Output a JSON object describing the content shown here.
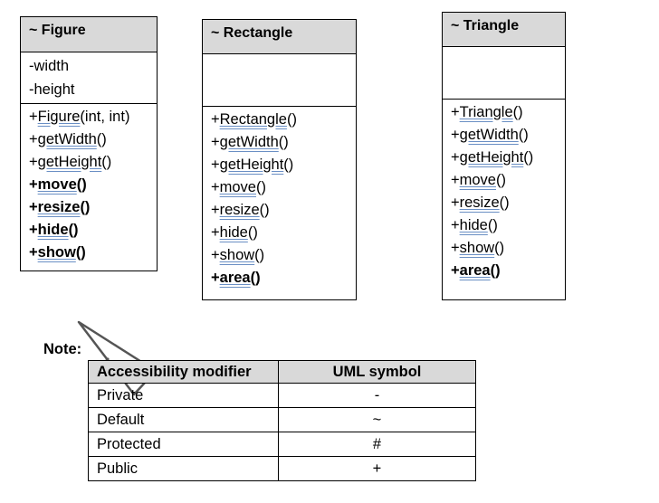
{
  "classes": [
    {
      "name": "~ Figure",
      "attributes": [
        "-width",
        "-height"
      ],
      "operations": [
        {
          "prefix": "+",
          "name": "Figure",
          "suffix": "(int, int)",
          "bold": false
        },
        {
          "prefix": "+",
          "name": "getWidth",
          "suffix": "()",
          "bold": false
        },
        {
          "prefix": "+",
          "name": "getHeight",
          "suffix": "()",
          "bold": false
        },
        {
          "prefix": "+",
          "name": "move",
          "suffix": "()",
          "bold": true
        },
        {
          "prefix": "+",
          "name": "resize",
          "suffix": "()",
          "bold": true
        },
        {
          "prefix": "+",
          "name": "hide",
          "suffix": "()",
          "bold": true
        },
        {
          "prefix": "+",
          "name": "show",
          "suffix": "()",
          "bold": true
        }
      ]
    },
    {
      "name": "~ Rectangle",
      "attributes": [],
      "operations": [
        {
          "prefix": "+",
          "name": "Rectangle",
          "suffix": "()",
          "bold": false
        },
        {
          "prefix": "+",
          "name": "getWidth",
          "suffix": "()",
          "bold": false
        },
        {
          "prefix": "+",
          "name": "getHeight",
          "suffix": "()",
          "bold": false
        },
        {
          "prefix": "+",
          "name": "move",
          "suffix": "()",
          "bold": false
        },
        {
          "prefix": "+",
          "name": "resize",
          "suffix": "()",
          "bold": false
        },
        {
          "prefix": "+",
          "name": "hide",
          "suffix": "()",
          "bold": false
        },
        {
          "prefix": "+",
          "name": "show",
          "suffix": "()",
          "bold": false
        },
        {
          "prefix": "+",
          "name": "area",
          "suffix": "()",
          "bold": true
        }
      ]
    },
    {
      "name": "~ Triangle",
      "attributes": [],
      "operations": [
        {
          "prefix": "+",
          "name": "Triangle",
          "suffix": "()",
          "bold": false
        },
        {
          "prefix": "+",
          "name": "getWidth",
          "suffix": "()",
          "bold": false
        },
        {
          "prefix": "+",
          "name": "getHeight",
          "suffix": "()",
          "bold": false
        },
        {
          "prefix": "+",
          "name": "move",
          "suffix": "()",
          "bold": false
        },
        {
          "prefix": "+",
          "name": "resize",
          "suffix": "()",
          "bold": false
        },
        {
          "prefix": "+",
          "name": "hide",
          "suffix": "()",
          "bold": false
        },
        {
          "prefix": "+",
          "name": "show",
          "suffix": "()",
          "bold": false
        },
        {
          "prefix": "+",
          "name": "area",
          "suffix": "()",
          "bold": true
        }
      ]
    }
  ],
  "note": {
    "label": "Note:",
    "headers": [
      "Accessibility modifier",
      "UML symbol"
    ],
    "rows": [
      [
        "Private",
        "-"
      ],
      [
        "Default",
        "~"
      ],
      [
        "Protected",
        "#"
      ],
      [
        "Public",
        "+"
      ]
    ]
  },
  "colors": {
    "header_fill": "#d9d9d9",
    "underline": "#6a8fc4",
    "arrow": "#555555"
  }
}
